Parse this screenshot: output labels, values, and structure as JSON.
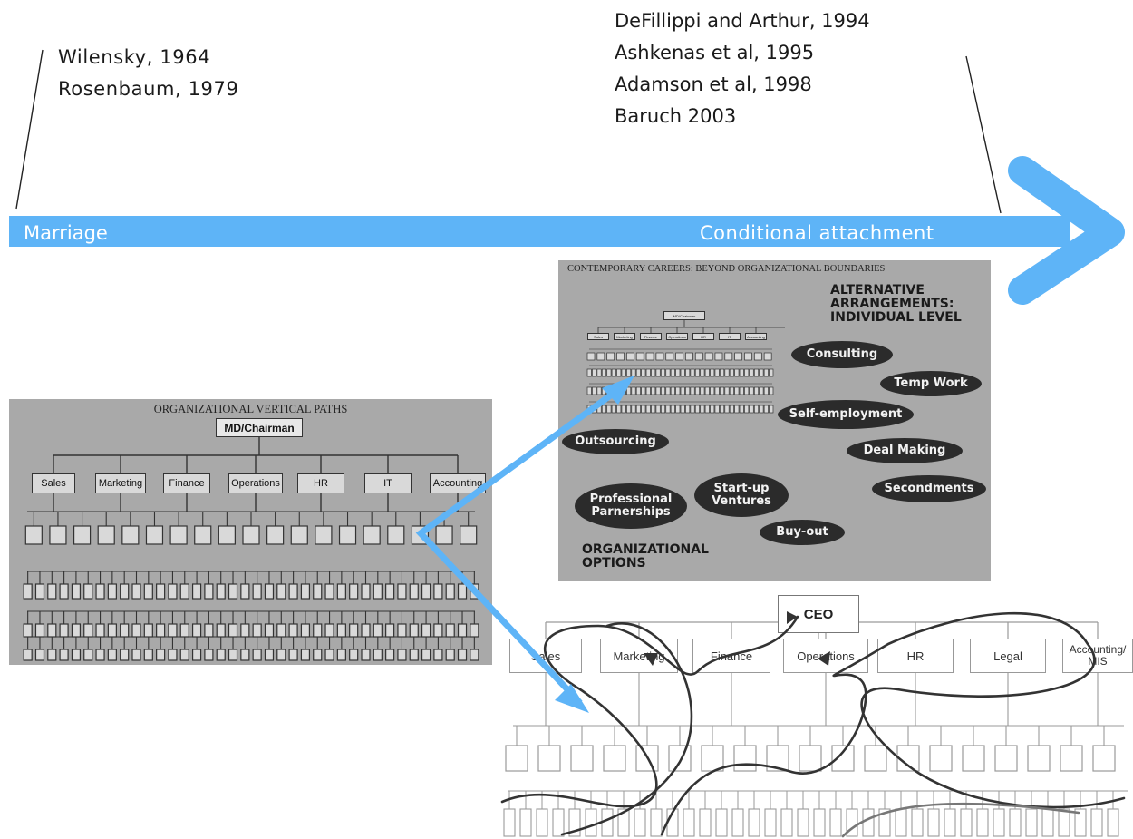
{
  "references_left": [
    "Wilensky, 1964",
    "Rosenbaum, 1979"
  ],
  "references_right": [
    "DeFillippi and Arthur, 1994",
    "Ashkenas et al, 1995",
    "Adamson et al, 1998",
    "Baruch 2003"
  ],
  "continuum": {
    "left_label": "Marriage",
    "right_label": "Conditional attachment",
    "color": "#5eb4f7"
  },
  "vertical_paths": {
    "title": "ORGANIZATIONAL VERTICAL PATHS",
    "top_box": "MD/Chairman",
    "departments": [
      "Sales",
      "Marketing",
      "Finance",
      "Operations",
      "HR",
      "IT",
      "Accounting"
    ]
  },
  "contemporary": {
    "title": "CONTEMPORARY CAREERS: BEYOND ORGANIZATIONAL BOUNDARIES",
    "top_box": "MD/Chairman",
    "departments": [
      "Sales",
      "Marketing",
      "Finance",
      "Operations",
      "HR",
      "IT",
      "Accounting"
    ],
    "heading_lines": [
      "ALTERNATIVE",
      "ARRANGEMENTS:",
      "INDIVIDUAL LEVEL"
    ],
    "options_heading_lines": [
      "ORGANIZATIONAL",
      "OPTIONS"
    ],
    "ovals": {
      "consulting": "Consulting",
      "temp_work": "Temp Work",
      "self_employment": "Self-employment",
      "outsourcing": "Outsourcing",
      "deal_making": "Deal Making",
      "startup": "Start-up\nVentures",
      "secondments": "Secondments",
      "professional": "Professional\nParnerships",
      "buyout": "Buy-out"
    }
  },
  "boundaryless": {
    "top_box": "CEO",
    "departments": [
      "Sales",
      "Marketing",
      "Finance",
      "Operations",
      "HR",
      "Legal",
      "Accounting/\nMIS"
    ]
  }
}
